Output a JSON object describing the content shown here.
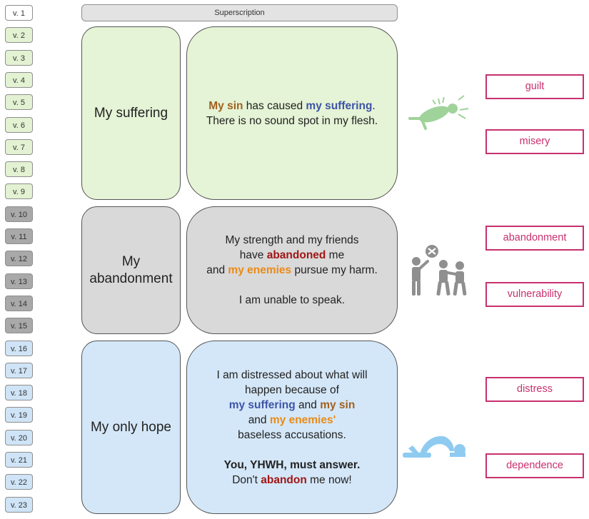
{
  "verses": [
    {
      "label": "v. 1",
      "group": "plain"
    },
    {
      "label": "v. 2",
      "group": "green"
    },
    {
      "label": "v. 3",
      "group": "green"
    },
    {
      "label": "v. 4",
      "group": "green"
    },
    {
      "label": "v. 5",
      "group": "green"
    },
    {
      "label": "v. 6",
      "group": "green"
    },
    {
      "label": "v. 7",
      "group": "green"
    },
    {
      "label": "v. 8",
      "group": "green"
    },
    {
      "label": "v. 9",
      "group": "green"
    },
    {
      "label": "v. 10",
      "group": "gray"
    },
    {
      "label": "v. 11",
      "group": "gray"
    },
    {
      "label": "v. 12",
      "group": "gray"
    },
    {
      "label": "v. 13",
      "group": "gray"
    },
    {
      "label": "v. 14",
      "group": "gray"
    },
    {
      "label": "v. 15",
      "group": "gray"
    },
    {
      "label": "v. 16",
      "group": "blue"
    },
    {
      "label": "v. 17",
      "group": "blue"
    },
    {
      "label": "v. 18",
      "group": "blue"
    },
    {
      "label": "v. 19",
      "group": "blue"
    },
    {
      "label": "v. 20",
      "group": "blue"
    },
    {
      "label": "v. 21",
      "group": "blue"
    },
    {
      "label": "v. 22",
      "group": "blue"
    },
    {
      "label": "v. 23",
      "group": "blue"
    }
  ],
  "superscription": "Superscription",
  "sections": {
    "suffering": {
      "theme": "My suffering",
      "line1": {
        "a": "My sin",
        "b": " has caused ",
        "c": "my suffering",
        "d": "."
      },
      "line2": "There is no sound spot in my flesh.",
      "icon": "wounded-person-icon",
      "tags": [
        "guilt",
        "misery"
      ]
    },
    "abandonment": {
      "theme_line1": "My",
      "theme_line2": "abandonment",
      "line1": "My strength and my friends",
      "line2": {
        "a": "have ",
        "b": "abandoned",
        "c": " me"
      },
      "line3": {
        "a": "and ",
        "b": "my enemies",
        "c": " pursue my harm."
      },
      "line4": "I am unable to speak.",
      "icon": "rejected-person-group-icon",
      "tags": [
        "abandonment",
        "vulnerability"
      ]
    },
    "hope": {
      "theme": "My only hope",
      "line1": "I am distressed about what will",
      "line2": "happen because of",
      "line3": {
        "a": "my suffering",
        "b": " and ",
        "c": "my sin"
      },
      "line4": {
        "a": "and ",
        "b": "my enemies'"
      },
      "line5": "baseless accusations.",
      "line6": "You, YHWH, must answer.",
      "line7": {
        "a": "Don't ",
        "b": "abandon",
        "c": " me now!"
      },
      "icon": "prostrate-person-icon",
      "tags": [
        "distress",
        "dependence"
      ]
    }
  },
  "colors": {
    "green": "#e5f3d6",
    "gray": "#d9d9d9",
    "blue": "#d4e7f8",
    "sin": "#a0611f",
    "suffering": "#3d54a8",
    "abandon": "#a11515",
    "enemies": "#ea8b17",
    "tag_border": "#c8306e"
  }
}
